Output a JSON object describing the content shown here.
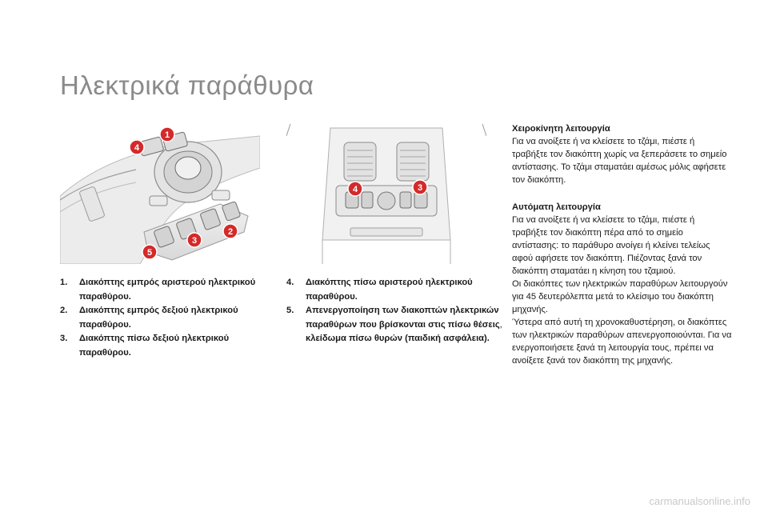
{
  "title": "Ηλεκτρικά παράθυρα",
  "callouts": {
    "c1": "1",
    "c2": "2",
    "c3": "3",
    "c4": "4",
    "c5": "5",
    "r3": "3",
    "r4": "4"
  },
  "list1": [
    {
      "num": "1.",
      "text": "Διακόπτης εμπρός αριστερού ηλεκτρικού παραθύρου."
    },
    {
      "num": "2.",
      "text": "Διακόπτης εμπρός δεξιού ηλεκτρικού παραθύρου."
    },
    {
      "num": "3.",
      "text": "Διακόπτης πίσω δεξιού ηλεκτρικού παραθύρου."
    }
  ],
  "list2": [
    {
      "num": "4.",
      "text": "Διακόπτης πίσω αριστερού ηλεκτρικού παραθύρου."
    },
    {
      "num": "5.",
      "text_a": "Απενεργοποίηση των διακοπτών ηλεκτρικών παραθύρων που βρίσκονται στις πίσω θέσεις",
      "text_b": ",",
      "text_c": "κλείδωμα πίσω θυρών (παιδική ασφάλεια)."
    }
  ],
  "manual": {
    "heading": "Χειροκίνητη λειτουργία",
    "body": "Για να ανοίξετε ή να κλείσετε το τζάμι, πιέστε ή τραβήξτε τον διακόπτη χωρίς να ξεπεράσετε το σημείο αντίστασης. Το τζάμι σταματάει αμέσως μόλις αφήσετε τον διακόπτη."
  },
  "auto": {
    "heading": "Αυτόματη λειτουργία",
    "body1": "Για να ανοίξετε ή να κλείσετε το τζάμι, πιέστε ή τραβήξτε τον διακόπτη πέρα από το σημείο αντίστασης: το παράθυρο ανοίγει ή κλείνει τελείως αφού αφήσετε τον διακόπτη. Πιέζοντας ξανά τον διακόπτη σταματάει η κίνηση του τζαμιού.",
    "body2": "Οι διακόπτες των ηλεκτρικών παραθύρων λειτουργούν για 45 δευτερόλεπτα μετά το κλείσιμο του διακόπτη μηχανής.",
    "body3": "Ύστερα από αυτή τη χρονοκαθυστέρηση, οι διακόπτες των ηλεκτρικών παραθύρων απενεργοποιούνται. Για να ενεργοποιήσετε ξανά τη λειτουργία τους, πρέπει να ανοίξετε ξανά τον διακόπτη της μηχανής."
  },
  "watermark": "carmanualsonline.info",
  "colors": {
    "callout": "#d42a2a",
    "title": "#8a8a8a"
  }
}
